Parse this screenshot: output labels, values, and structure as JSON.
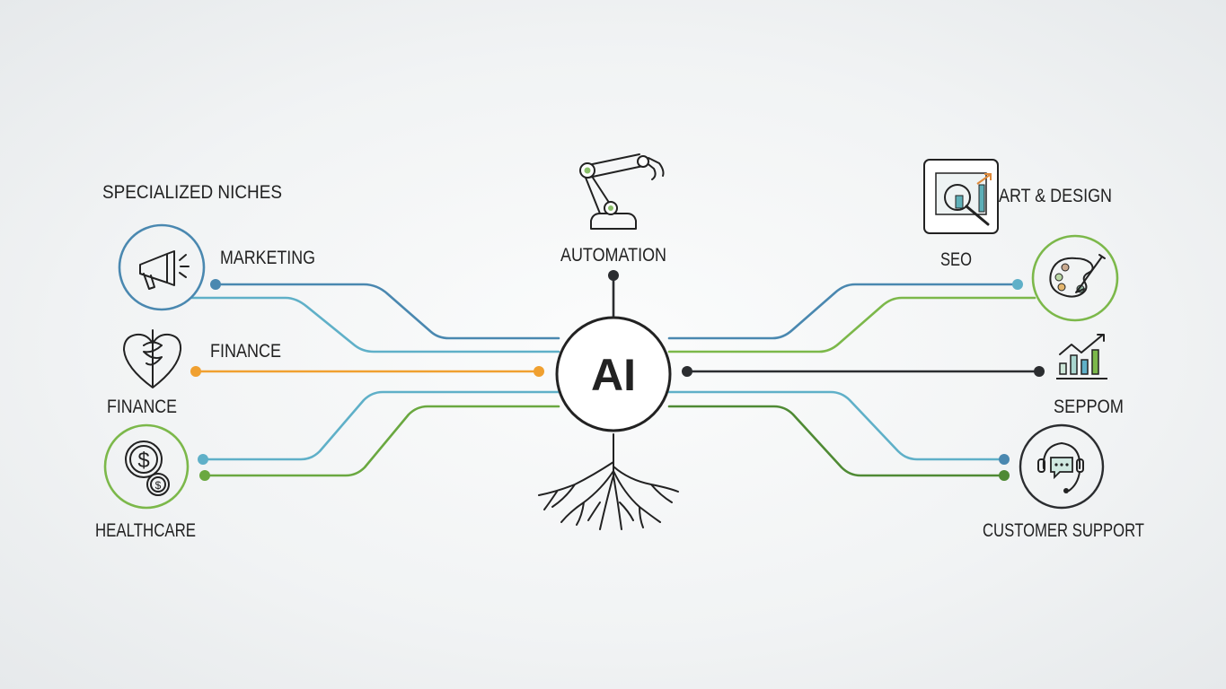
{
  "title": "SPECIALIZED NICHES",
  "center": {
    "label": "AI"
  },
  "nodes": {
    "marketing": "MARKETING",
    "finance_top": "FINANCE",
    "finance_bottom": "FINANCE",
    "healthcare": "HEALTHCARE",
    "automation": "AUTOMATION",
    "art_design": "ART & DESIGN",
    "seo": "SEO",
    "seppom": "SEPPOM",
    "customer_support": "CUSTOMER SUPPORT"
  },
  "colors": {
    "blue": "#4a88b0",
    "teal": "#5fb0c8",
    "orange": "#f0a030",
    "green": "#7cb84a",
    "dark_green": "#4f8a34",
    "dark": "#2b2d30"
  }
}
